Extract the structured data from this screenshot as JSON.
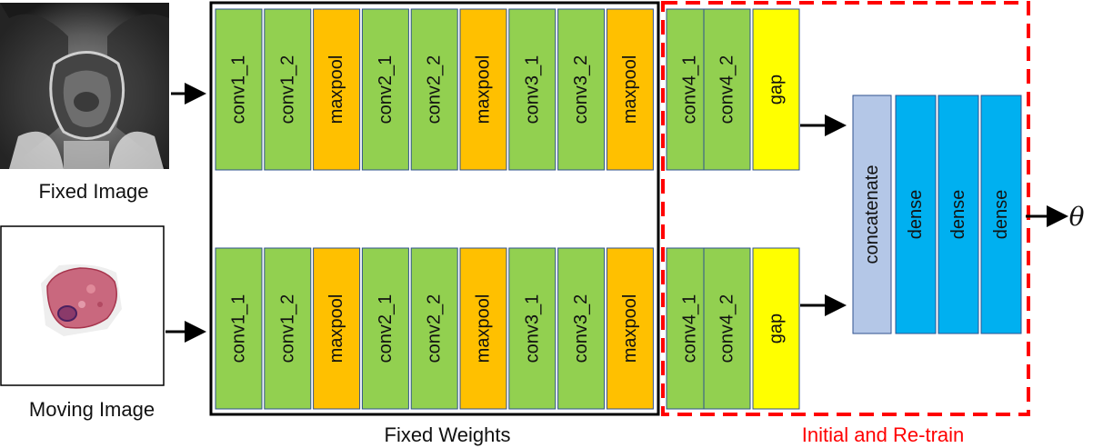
{
  "colors": {
    "conv": "#92d050",
    "maxpool": "#ffc000",
    "gap": "#ffff00",
    "concatenate": "#b4c7e7",
    "dense": "#00b0f0",
    "block_border": "#2f528f",
    "fixed_box": "#000000",
    "retrain_box": "#ff0000",
    "retrain_label": "#ff0000"
  },
  "inputs": {
    "fixed_image_label": "Fixed Image",
    "moving_image_label": "Moving Image",
    "fixed_image_icon": "mri-scan-image",
    "moving_image_icon": "histology-slide-image"
  },
  "branches": {
    "fixed_blocks": [
      {
        "label": "conv1_1",
        "kind": "conv"
      },
      {
        "label": "conv1_2",
        "kind": "conv"
      },
      {
        "label": "maxpool",
        "kind": "maxpool"
      },
      {
        "label": "conv2_1",
        "kind": "conv"
      },
      {
        "label": "conv2_2",
        "kind": "conv"
      },
      {
        "label": "maxpool",
        "kind": "maxpool"
      },
      {
        "label": "conv3_1",
        "kind": "conv"
      },
      {
        "label": "conv3_2",
        "kind": "conv"
      },
      {
        "label": "maxpool",
        "kind": "maxpool"
      }
    ],
    "retrain_blocks": [
      {
        "label": "conv4_1",
        "kind": "conv"
      },
      {
        "label": "conv4_2",
        "kind": "conv"
      },
      {
        "label": "gap",
        "kind": "gap"
      }
    ]
  },
  "head": {
    "concatenate_label": "concatenate",
    "dense_labels": [
      "dense",
      "dense",
      "dense"
    ],
    "output_symbol": "θ"
  },
  "captions": {
    "fixed_weights": "Fixed Weights",
    "retrain": "Initial and Re-train"
  }
}
